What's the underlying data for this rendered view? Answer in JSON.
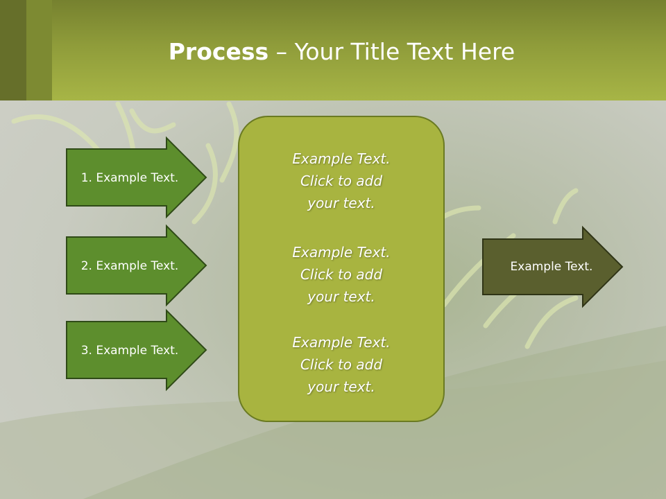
{
  "slide": {
    "title_bold": "Process",
    "title_rest": " – Your Title Text Here"
  },
  "colors": {
    "header": "#a7b546",
    "input_arrow_fill": "#5d8e2d",
    "center_box_fill": "#a8b440",
    "output_arrow_fill": "#5a5f2e",
    "outline": "#2f4a17"
  },
  "inputs": [
    {
      "label": "1. Example Text."
    },
    {
      "label": "2. Example Text."
    },
    {
      "label": "3. Example Text."
    }
  ],
  "center_box": {
    "blocks": [
      {
        "line1": "Example Text.",
        "line2": "Click  to add",
        "line3": "your text."
      },
      {
        "line1": "Example Text.",
        "line2": "Click  to add",
        "line3": "your text."
      },
      {
        "line1": "Example Text.",
        "line2": "Click  to add",
        "line3": "your text."
      }
    ]
  },
  "output": {
    "label": "Example Text."
  }
}
